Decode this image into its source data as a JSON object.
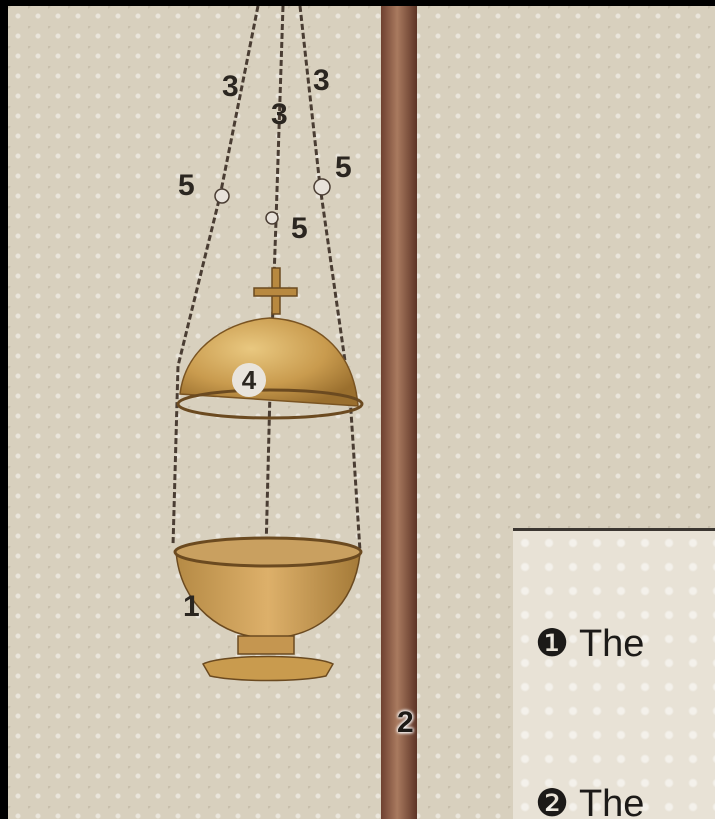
{
  "diagram": {
    "labels": {
      "bowl": "1",
      "pole": "2",
      "chain_left": "3",
      "chain_center": "3",
      "chain_right": "3",
      "lid": "4",
      "bell_left": "5",
      "bell_center": "5",
      "bell_right": "5"
    }
  },
  "panel": {
    "line_1": "❶ The",
    "line_2": "❷ The"
  }
}
